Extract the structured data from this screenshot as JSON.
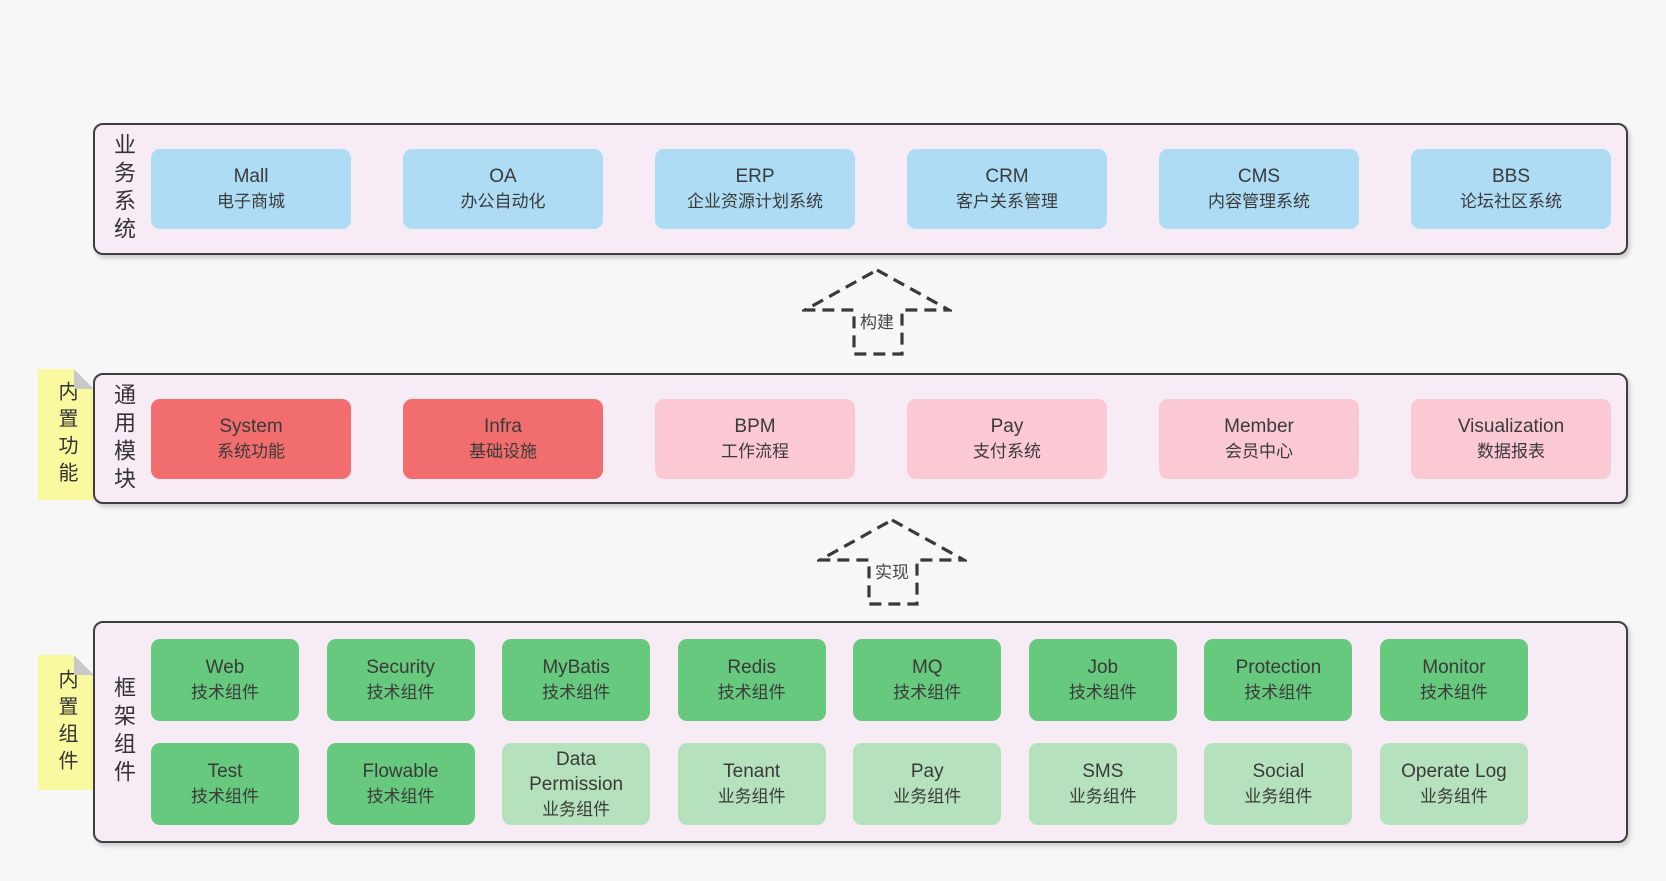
{
  "colors": {
    "page_bg": "#f7f7f7",
    "band_bg": "#f7ecf5",
    "band_border": "#3f3f3f",
    "blue": "#aedcf5",
    "red": "#f26d6d",
    "pink": "#fbc9d3",
    "green": "#67c97e",
    "green_light": "#b5e2bd",
    "note_yellow": "#f9f9a0",
    "note_fold": "#c8c9ca",
    "text": "#3a3a3a"
  },
  "notes": [
    {
      "text": "内置功能"
    },
    {
      "text": "内置组件"
    }
  ],
  "arrows": [
    {
      "label": "构建"
    },
    {
      "label": "实现"
    }
  ],
  "bands": [
    {
      "label": "业务系统",
      "rows": [
        [
          {
            "title": "Mall",
            "subtitle": "电子商城",
            "type": "blue"
          },
          {
            "title": "OA",
            "subtitle": "办公自动化",
            "type": "blue"
          },
          {
            "title": "ERP",
            "subtitle": "企业资源计划系统",
            "type": "blue"
          },
          {
            "title": "CRM",
            "subtitle": "客户关系管理",
            "type": "blue"
          },
          {
            "title": "CMS",
            "subtitle": "内容管理系统",
            "type": "blue"
          },
          {
            "title": "BBS",
            "subtitle": "论坛社区系统",
            "type": "blue"
          }
        ]
      ]
    },
    {
      "label": "通用模块",
      "rows": [
        [
          {
            "title": "System",
            "subtitle": "系统功能",
            "type": "red"
          },
          {
            "title": "Infra",
            "subtitle": "基础设施",
            "type": "red"
          },
          {
            "title": "BPM",
            "subtitle": "工作流程",
            "type": "pink"
          },
          {
            "title": "Pay",
            "subtitle": "支付系统",
            "type": "pink"
          },
          {
            "title": "Member",
            "subtitle": "会员中心",
            "type": "pink"
          },
          {
            "title": "Visualization",
            "subtitle": "数据报表",
            "type": "pink"
          }
        ]
      ]
    },
    {
      "label": "框架组件",
      "rows": [
        [
          {
            "title": "Web",
            "subtitle": "技术组件",
            "type": "green"
          },
          {
            "title": "Security",
            "subtitle": "技术组件",
            "type": "green"
          },
          {
            "title": "MyBatis",
            "subtitle": "技术组件",
            "type": "green"
          },
          {
            "title": "Redis",
            "subtitle": "技术组件",
            "type": "green"
          },
          {
            "title": "MQ",
            "subtitle": "技术组件",
            "type": "green"
          },
          {
            "title": "Job",
            "subtitle": "技术组件",
            "type": "green"
          },
          {
            "title": "Protection",
            "subtitle": "技术组件",
            "type": "green"
          },
          {
            "title": "Monitor",
            "subtitle": "技术组件",
            "type": "green"
          }
        ],
        [
          {
            "title": "Test",
            "subtitle": "技术组件",
            "type": "green"
          },
          {
            "title": "Flowable",
            "subtitle": "技术组件",
            "type": "green"
          },
          {
            "title": "Data Permission",
            "subtitle": "业务组件",
            "type": "green-light"
          },
          {
            "title": "Tenant",
            "subtitle": "业务组件",
            "type": "green-light"
          },
          {
            "title": "Pay",
            "subtitle": "业务组件",
            "type": "green-light"
          },
          {
            "title": "SMS",
            "subtitle": "业务组件",
            "type": "green-light"
          },
          {
            "title": "Social",
            "subtitle": "业务组件",
            "type": "green-light"
          },
          {
            "title": "Operate Log",
            "subtitle": "业务组件",
            "type": "green-light"
          }
        ]
      ]
    }
  ]
}
